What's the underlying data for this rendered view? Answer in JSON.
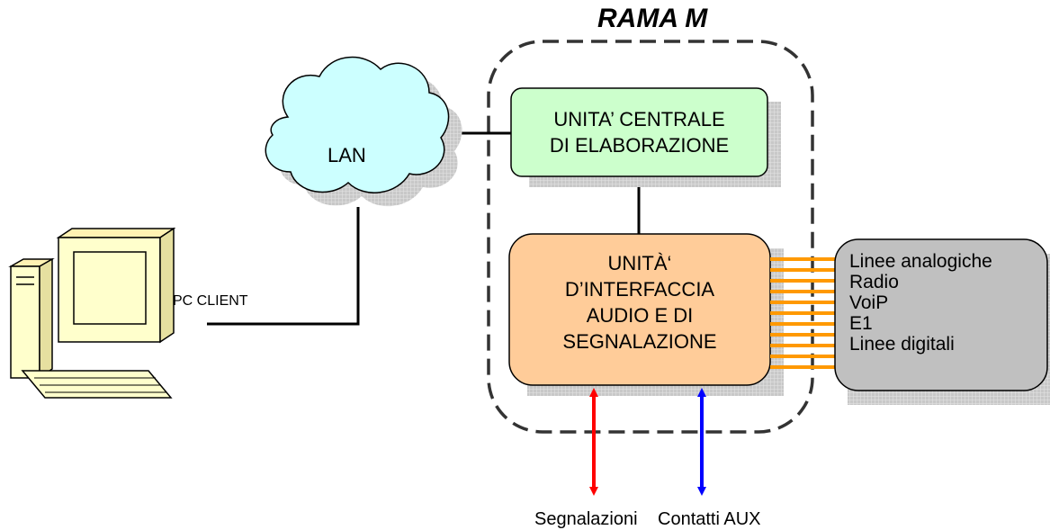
{
  "title": "RAMA M",
  "lan_label": "LAN",
  "pc_label": "PC CLIENT",
  "cpu_label": "UNITA’ CENTRALE\nDI ELABORAZIONE",
  "interface_label": "UNITÀ‘\nD’INTERFACCIA\nAUDIO E DI\nSEGNALAZIONE",
  "lines": [
    "Linee analogiche",
    "Radio",
    "VoiP",
    "E1",
    "Linee digitali"
  ],
  "bottom_labels": {
    "signals": "Segnalazioni",
    "aux": "Contatti AUX"
  },
  "colors": {
    "cpu_box": "#ccffcc",
    "interface_box": "#ffcc99",
    "lines_box": "#c0c0c0",
    "lan_cloud": "#ccffff",
    "pc_body": "#ffffcc",
    "bus_lines": "#ff9900",
    "signals_arrow": "#ff0000",
    "aux_arrow": "#0000ff"
  }
}
